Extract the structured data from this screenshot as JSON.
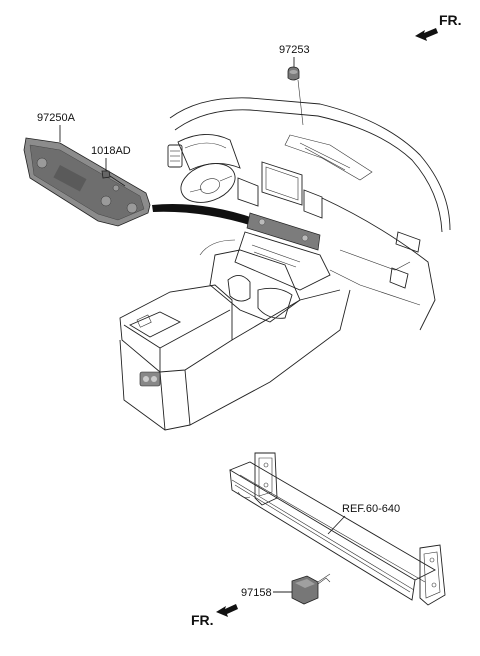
{
  "labels": {
    "fr_top": "FR.",
    "fr_bottom": "FR.",
    "part_97253": "97253",
    "part_97250A": "97250A",
    "part_1018AD": "1018AD",
    "ref_60_640": "REF.60-640",
    "part_97158": "97158"
  },
  "colors": {
    "line": "#222222",
    "part_fill": "#8c8c8c",
    "arrow": "#111111"
  }
}
